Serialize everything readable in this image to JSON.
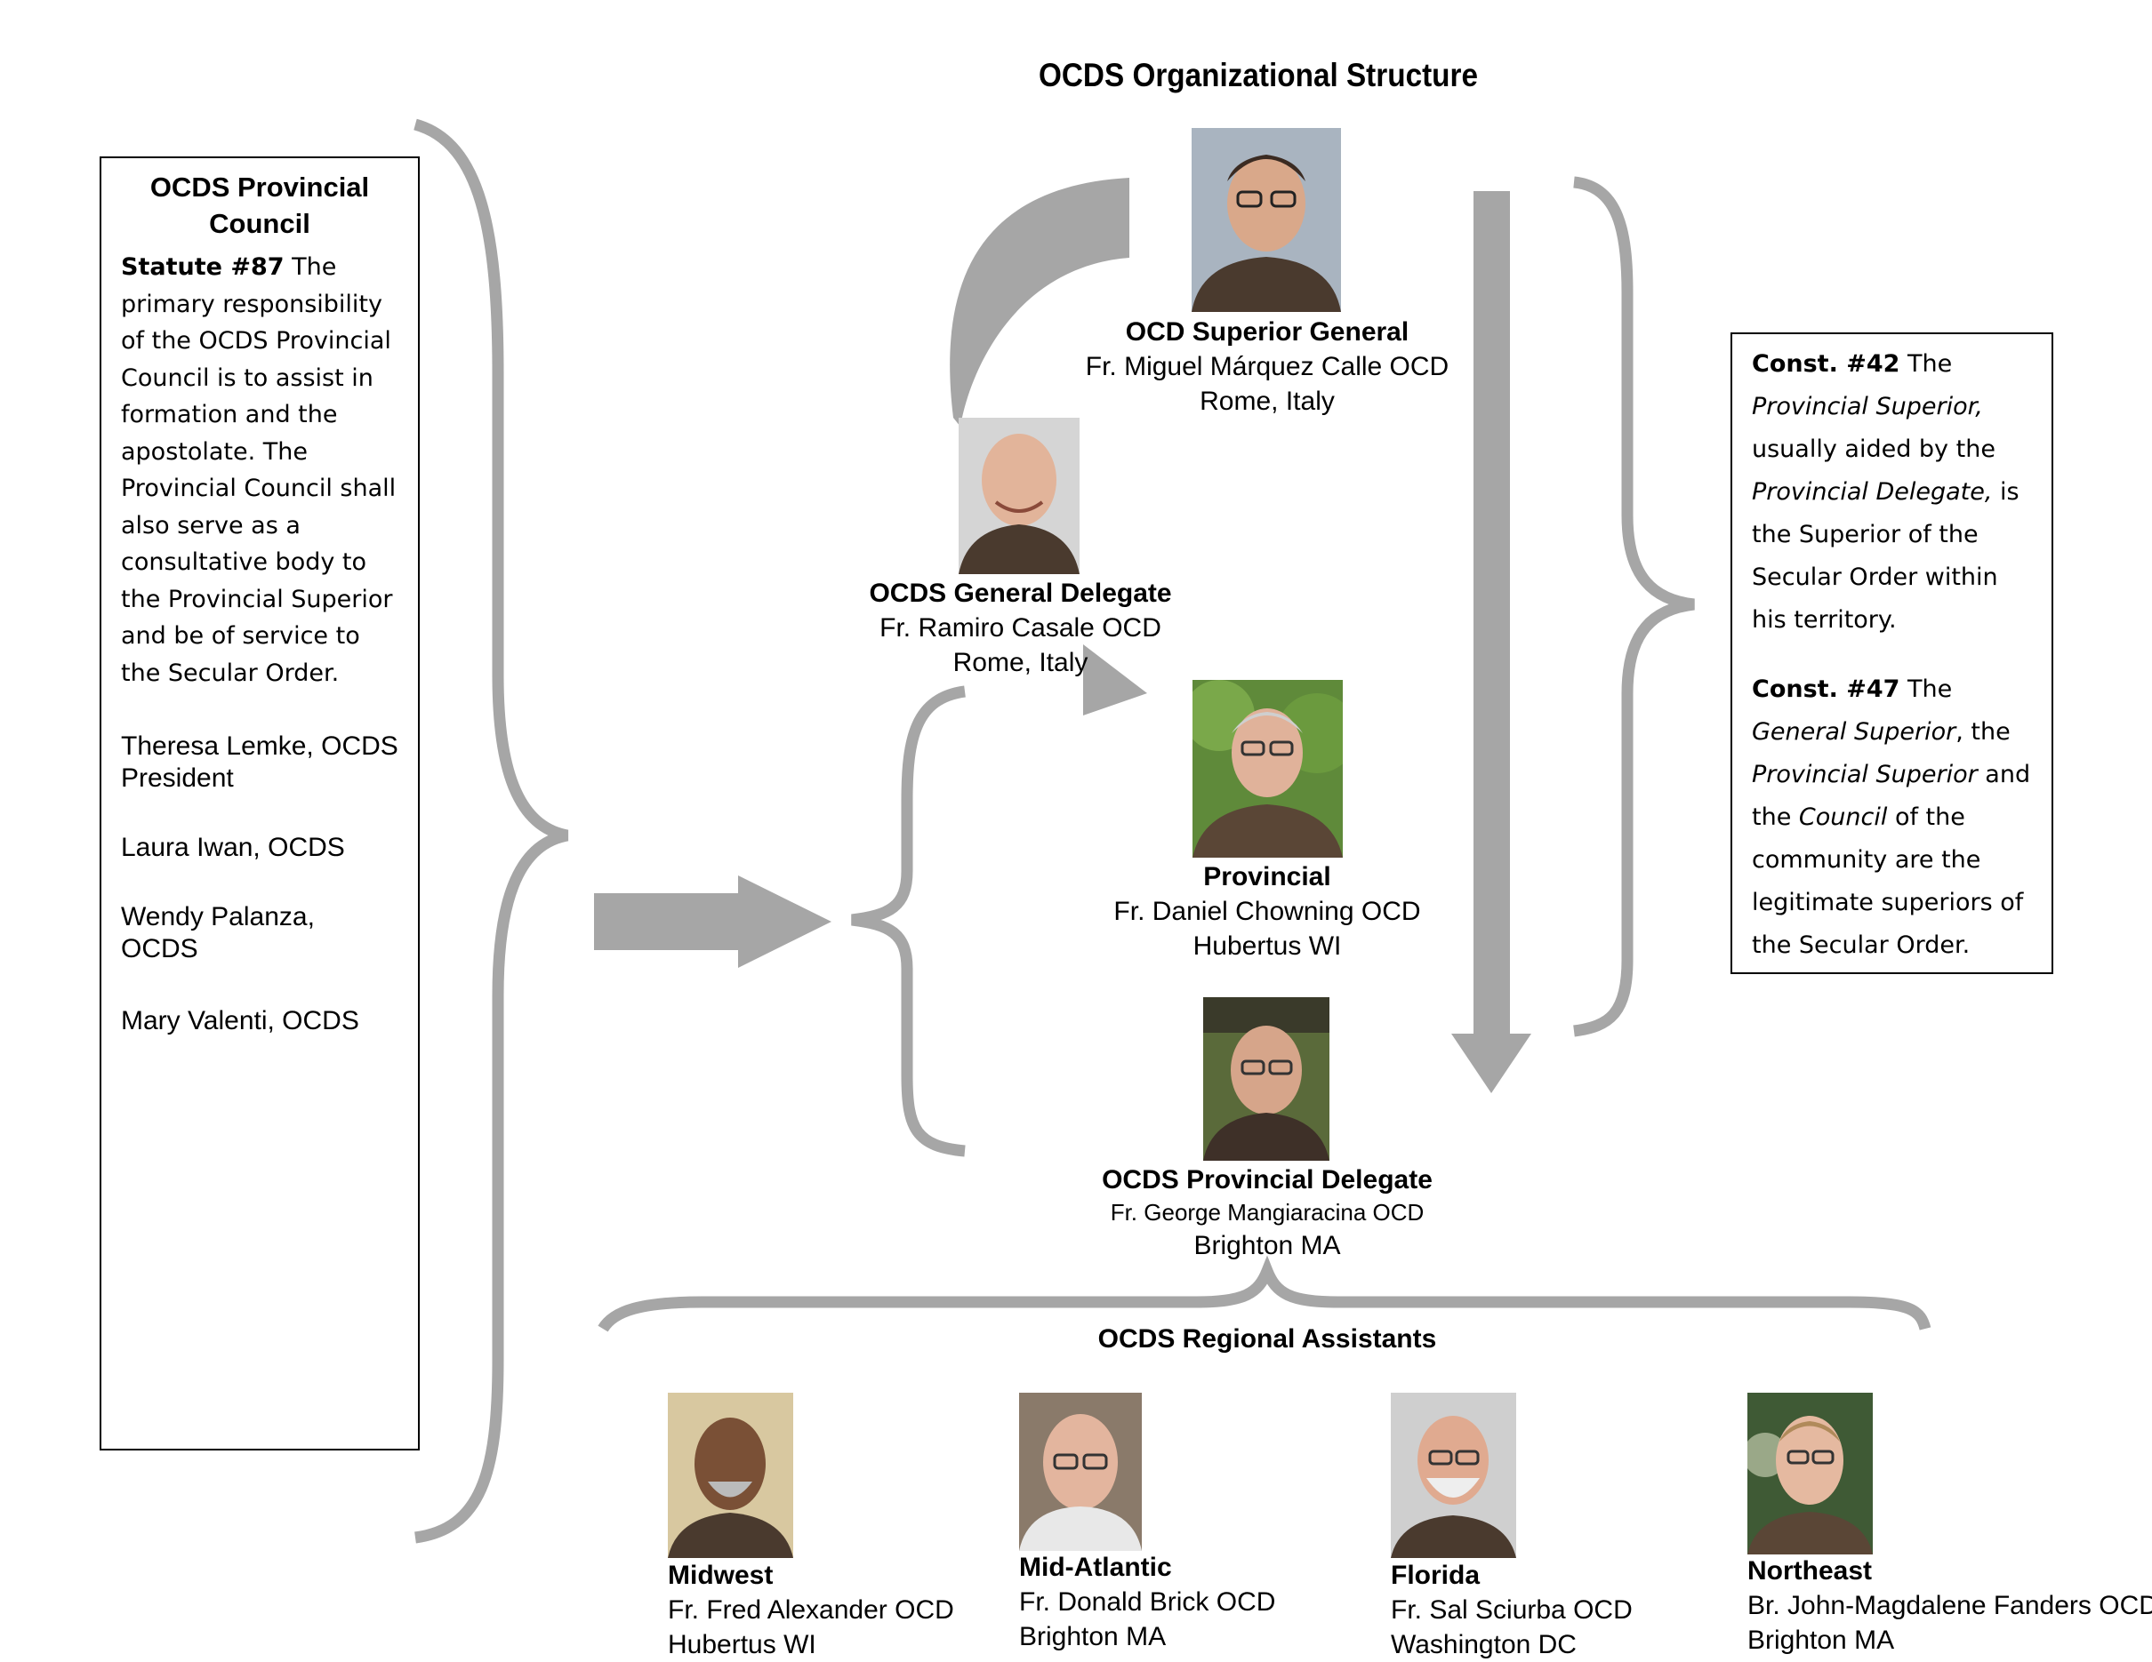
{
  "title": "OCDS Organizational Structure",
  "provincial_council": {
    "heading": "OCDS Provincial Council",
    "statute_label": "Statute #87",
    "statute_text": " The primary responsibility of the OCDS Provincial Council is to assist in formation and the apostolate. The Provincial Council shall also serve as a consultative body to the Provincial Superior and be of service to the Secular Order.",
    "members": [
      "Theresa Lemke, OCDS President",
      "Laura Iwan, OCDS",
      "Wendy Palanza, OCDS",
      "Mary Valenti, OCDS"
    ]
  },
  "constitutions": {
    "c42_label": "Const. #42",
    "c42_a": " The ",
    "c42_i1": "Provincial Superior,",
    "c42_b": " usually aided by the ",
    "c42_i2": "Provincial Delegate,",
    "c42_c": " is the Superior of the Secular Order within his territory.",
    "c47_label": "Const. #47",
    "c47_a": " The ",
    "c47_i1": "General Superior",
    "c47_b": ", the ",
    "c47_i2": "Provincial Superior",
    "c47_c": " and the ",
    "c47_i3": "Council",
    "c47_d": " of the community are the legitimate superiors of the Secular Order."
  },
  "hierarchy": {
    "superior_general": {
      "role": "OCD Superior General",
      "name": "Fr. Miguel Márquez Calle OCD",
      "location": "Rome, Italy"
    },
    "general_delegate": {
      "role": "OCDS General Delegate",
      "name": "Fr. Ramiro Casale OCD",
      "location": "Rome, Italy"
    },
    "provincial": {
      "role": "Provincial",
      "name": "Fr. Daniel Chowning OCD",
      "location": "Hubertus WI"
    },
    "provincial_delegate": {
      "role": "OCDS Provincial Delegate",
      "name": "Fr. George Mangiaracina OCD",
      "location": "Brighton MA"
    }
  },
  "regional_label": "OCDS Regional Assistants",
  "regional_assistants": [
    {
      "region": "Midwest",
      "name": "Fr. Fred Alexander OCD",
      "location": "Hubertus WI"
    },
    {
      "region": "Mid-Atlantic",
      "name": "Fr. Donald Brick OCD",
      "location": "Brighton MA"
    },
    {
      "region": "Florida",
      "name": "Fr. Sal Sciurba OCD",
      "location": "Washington DC"
    },
    {
      "region": "Northeast",
      "name": "Br. John-Magdalene Fanders OCD",
      "location": "Brighton MA"
    }
  ],
  "colors": {
    "connector": "#a6a6a6",
    "habit": "#4a3a2e",
    "skin": "#d9a88a"
  }
}
